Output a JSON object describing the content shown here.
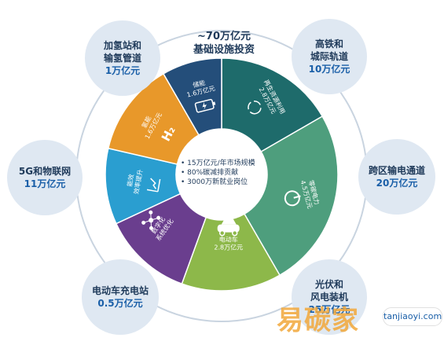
{
  "title": {
    "line1": "~70万亿元",
    "line2": "基础设施投资"
  },
  "center": {
    "items": [
      "15万亿元/年市场规模",
      "80%碳减排贡献",
      "3000万新就业岗位"
    ]
  },
  "bubbles": [
    {
      "id": "hydrogen",
      "line1": "加氢站和",
      "line2": "输氢管道",
      "value": "1万亿元"
    },
    {
      "id": "rail",
      "line1": "高铁和",
      "line2": "城际轨道",
      "value": "10万亿元"
    },
    {
      "id": "5g",
      "line1": "5G和物联网",
      "line2": "",
      "value": "11万亿元"
    },
    {
      "id": "grid",
      "line1": "跨区输电通道",
      "line2": "",
      "value": "20万亿元"
    },
    {
      "id": "ev-charging",
      "line1": "电动车充电站",
      "line2": "",
      "value": "0.5万亿元"
    },
    {
      "id": "pv-wind",
      "line1": "光伏和",
      "line2": "风电装机",
      "value": "25万亿元"
    }
  ],
  "segments": [
    {
      "id": "renewable",
      "label": "再生资源利用",
      "value": "2.8万亿元",
      "color": "#1e6b6b",
      "icon": "recycle-icon"
    },
    {
      "id": "zero-carbon",
      "label": "零碳电力",
      "value": "4.5万亿元",
      "color": "#4e9e7d",
      "icon": "power-icon"
    },
    {
      "id": "ev",
      "label": "电动车",
      "value": "2.8万亿元",
      "color": "#8db84a",
      "icon": "car-icon"
    },
    {
      "id": "digital",
      "label": "数字化",
      "value": "系统优化",
      "color": "#6a3e8e",
      "icon": "network-icon"
    },
    {
      "id": "efficiency",
      "label": "能效",
      "value": "效率提升",
      "color": "#2a9ed0",
      "icon": "chart-up-icon"
    },
    {
      "id": "hydrogen-energy",
      "label": "氢能",
      "value": "1.6万亿元",
      "color": "#e8982a",
      "icon": "h2-icon"
    },
    {
      "id": "storage",
      "label": "储能",
      "value": "1.6万亿元",
      "color": "#244e7a",
      "icon": "battery-icon"
    }
  ],
  "watermark": {
    "brand": "易碳家",
    "domain": "tanjiaoyi.com"
  }
}
